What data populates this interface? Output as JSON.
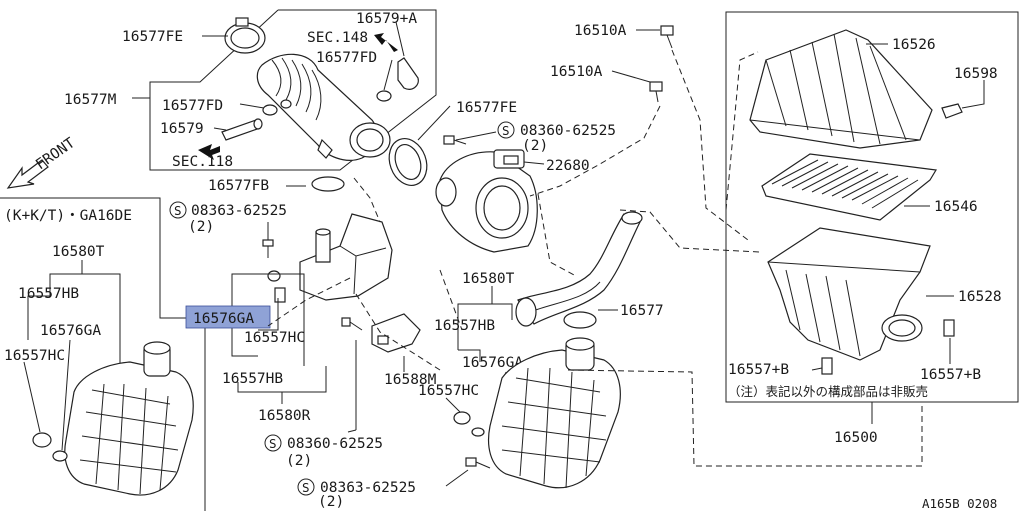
{
  "colors": {
    "highlight": "#8fa2d6",
    "line": "#222222",
    "background": "#ffffff"
  },
  "labels": {
    "p16577FE_top": "16577FE",
    "p16579A": "16579+A",
    "sec148": "SEC.148",
    "p16577FD_right": "16577FD",
    "p16577M": "16577M",
    "p16577FD_left": "16577FD",
    "p16579": "16579",
    "sec118": "SEC.118",
    "p16577FE_mid": "16577FE",
    "p16510A_top": "16510A",
    "p16510A_mid": "16510A",
    "p16526": "16526",
    "p16598": "16598",
    "s08360_top": "08360-62525",
    "s08360_top_qty": "(2)",
    "p22680": "22680",
    "p16577FB": "16577FB",
    "s08363_left": "08363-62525",
    "s08363_left_qty": "(2)",
    "front": "FRONT",
    "variant": "(K+K/T)・GA16DE",
    "p16580T_left": "16580T",
    "p16557HB_left": "16557HB",
    "p16576GA_left": "16576GA",
    "p16557HC_left": "16557HC",
    "p16576GA_hl": "16576GA",
    "p16557HC_mid": "16557HC",
    "p16557HB_mid": "16557HB",
    "p16580R": "16580R",
    "p16588M": "16588M",
    "s08360_bottom": "08360-62525",
    "s08360_bottom_qty": "(2)",
    "s08363_bottom": "08363-62525",
    "s08363_bottom_qty": "(2)",
    "p16580T_right": "16580T",
    "p16557HB_right": "16557HB",
    "p16576GA_right": "16576GA",
    "p16557HC_right": "16557HC",
    "p16577": "16577",
    "p16546": "16546",
    "p16528": "16528",
    "p16557B_left": "16557+B",
    "p16557B_right": "16557+B",
    "note_jp": "（注）表記以外の構成部品は非販売",
    "p16500": "16500",
    "code": "A165B 0208"
  },
  "symbols": {
    "circled_s": "S"
  },
  "icons": [
    "front-arrow-icon",
    "sec-arrow-icon"
  ]
}
